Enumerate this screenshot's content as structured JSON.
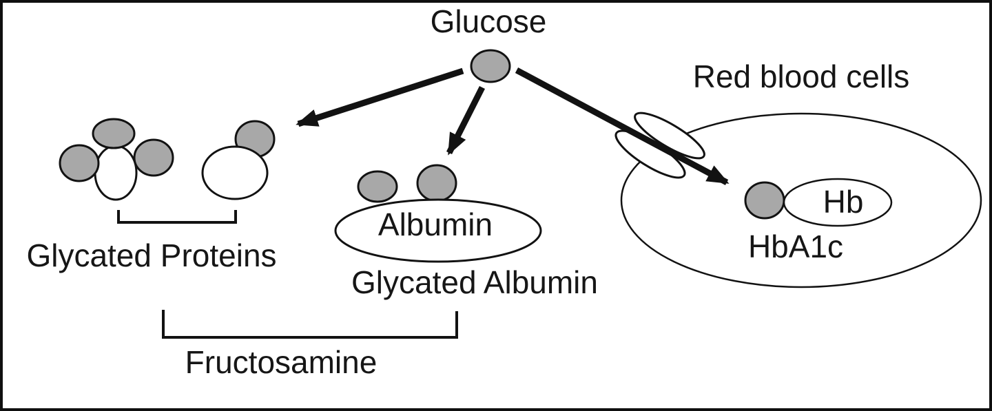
{
  "diagram": {
    "labels": {
      "glucose": "Glucose",
      "red_blood_cells": "Red blood cells",
      "glycated_proteins": "Glycated Proteins",
      "albumin": "Albumin",
      "glycated_albumin": "Glycated Albumin",
      "fructosamine": "Fructosamine",
      "hb": "Hb",
      "hba1c": "HbA1c"
    },
    "edges": [
      {
        "from": "Glucose",
        "to": "Glycated Proteins"
      },
      {
        "from": "Glucose",
        "to": "Glycated Albumin"
      },
      {
        "from": "Glucose",
        "to": "HbA1c inside red blood cells"
      }
    ],
    "groupings": [
      {
        "label": "Fructosamine",
        "members": [
          "Glycated Proteins",
          "Glycated Albumin"
        ]
      }
    ],
    "icons": {
      "gray_circle": "glucose-molecule",
      "white_ellipse": "protein-body",
      "tilted_ellipses": "membrane-transporter"
    },
    "colors": {
      "glucose_fill": "#a8a8a8",
      "outline": "#121212",
      "background": "#ffffff"
    }
  }
}
